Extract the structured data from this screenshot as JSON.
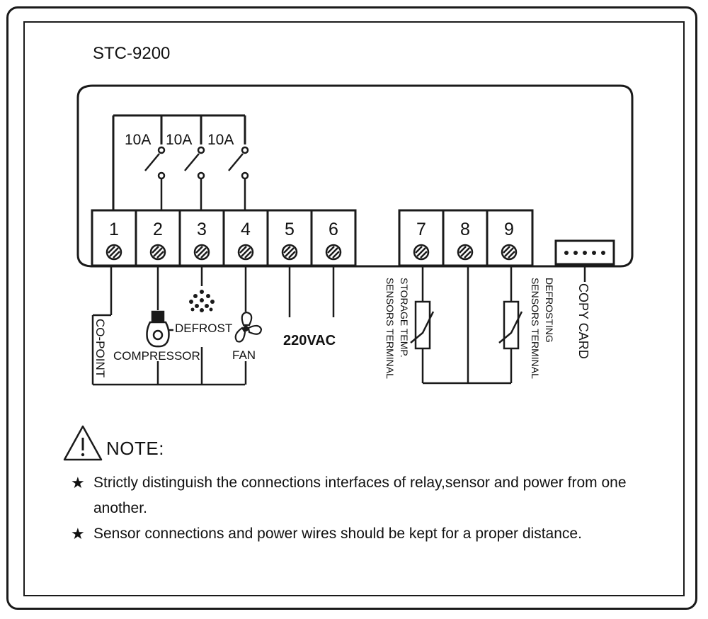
{
  "model": "STC-9200",
  "relays": [
    {
      "rating": "10A"
    },
    {
      "rating": "10A"
    },
    {
      "rating": "10A"
    }
  ],
  "terminals": [
    {
      "number": "1",
      "label": "CO-POINT"
    },
    {
      "number": "2",
      "label": "COMPRESSOR"
    },
    {
      "number": "3",
      "label": "DEFROST"
    },
    {
      "number": "4",
      "label": "FAN"
    },
    {
      "number": "5",
      "label": ""
    },
    {
      "number": "6",
      "label": ""
    },
    {
      "number": "7",
      "label": ""
    },
    {
      "number": "8",
      "label": ""
    },
    {
      "number": "9",
      "label": ""
    }
  ],
  "power_label": "220VAC",
  "sensor_labels": {
    "storage_line1": "STORAGE TEMP.",
    "storage_line2": "SENSORS TERMINAL",
    "defrost_line1": "DEFROSTING",
    "defrost_line2": "SENSORS TERMINAL"
  },
  "copy_card_label": "COPY CARD",
  "icons": [
    "compressor-icon",
    "snowflake-icon",
    "fan-icon",
    "warning-icon",
    "star-icon"
  ],
  "note": {
    "title": "NOTE:",
    "items": [
      {
        "text": "Strictly distinguish the connections interfaces of relay,sensor and power from one another."
      },
      {
        "text": "Sensor  connections and power wires should be kept for a proper distance."
      }
    ]
  }
}
